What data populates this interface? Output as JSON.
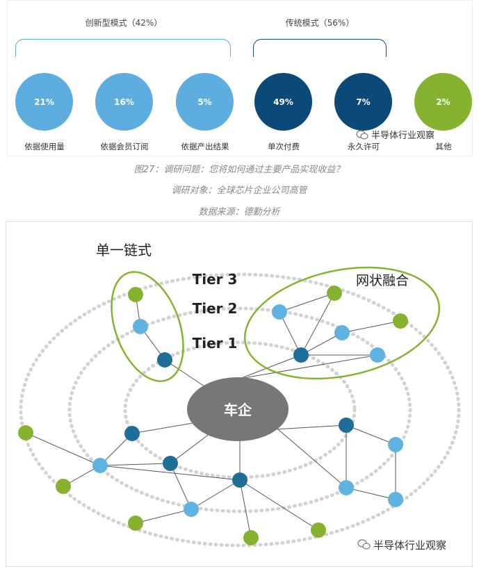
{
  "figure": {
    "groups": [
      {
        "title": "创新型模式（42%）"
      },
      {
        "title": "传统模式（56%）"
      }
    ],
    "items": [
      {
        "value": "21%",
        "label": "依据使用量",
        "color": "#5eade0"
      },
      {
        "value": "16%",
        "label": "依据会员订阅",
        "color": "#5eade0"
      },
      {
        "value": "5%",
        "label": "依据产出结果",
        "color": "#5eade0"
      },
      {
        "value": "49%",
        "label": "单次付费",
        "color": "#0b4a78"
      },
      {
        "value": "7%",
        "label": "永久许可",
        "color": "#0b4a78"
      },
      {
        "value": "2%",
        "label": "其他",
        "color": "#86b32f"
      }
    ],
    "watermark": "半导体行业观察",
    "caption": {
      "line1": "图27：调研问题：您将如何通过主要产品实现收益？",
      "line2": "调研对象：全球芯片企业公司高管",
      "line3": "数据来源：德勤分析"
    }
  },
  "network": {
    "center_label": "车企",
    "tier_labels": {
      "tier3": "Tier 3",
      "tier2": "Tier 2",
      "tier1": "Tier 1"
    },
    "chain_label": "单一链式",
    "mesh_label": "网状融合",
    "watermark": "半导体行业观察",
    "colors": {
      "tier1": "#1f6e97",
      "tier2": "#5eb3e0",
      "tier3": "#86b32f",
      "center": "#777777",
      "outline": "#86b32f"
    }
  }
}
